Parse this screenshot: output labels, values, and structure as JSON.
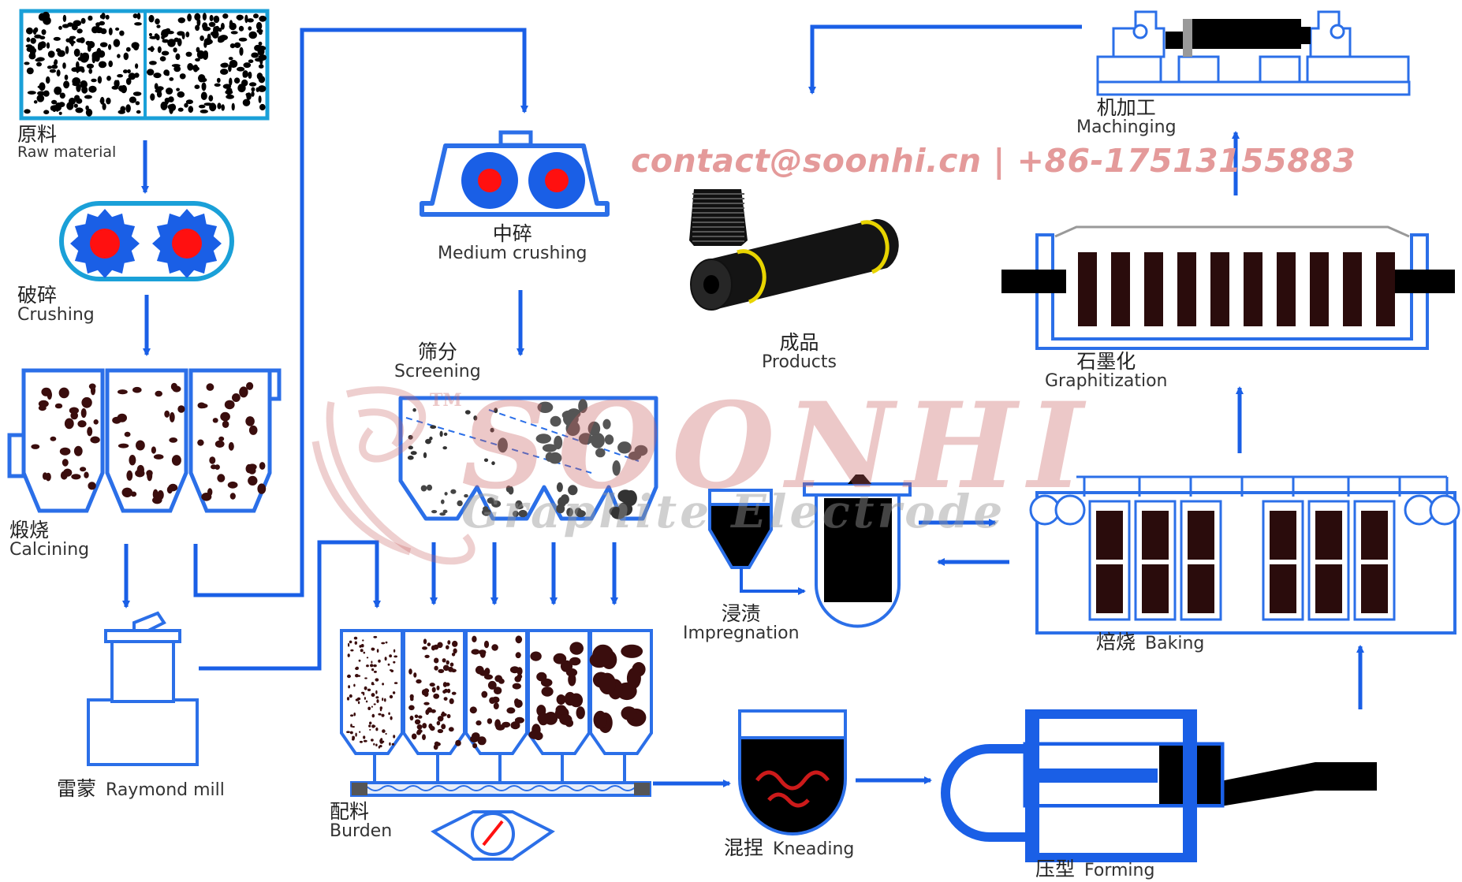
{
  "contact": "contact@soonhi.cn | +86-17513155883",
  "watermark": {
    "brand": "SOONHI",
    "subtitle": "Graphite Electrode",
    "tm": "TM"
  },
  "steps": {
    "raw_material": {
      "zh": "原料",
      "en": "Raw material"
    },
    "crushing": {
      "zh": "破碎",
      "en": "Crushing"
    },
    "calcining": {
      "zh": "煅烧",
      "en": "Calcining"
    },
    "raymond_mill": {
      "zh": "雷蒙",
      "en": "Raymond mill"
    },
    "medium_crushing": {
      "zh": "中碎",
      "en": "Medium crushing"
    },
    "screening": {
      "zh": "筛分",
      "en": "Screening"
    },
    "burden": {
      "zh": "配料",
      "en": "Burden"
    },
    "kneading": {
      "zh": "混捏",
      "en": "Kneading"
    },
    "forming": {
      "zh": "压型",
      "en": "Forming"
    },
    "baking": {
      "zh": "焙烧",
      "en": "Baking"
    },
    "impregnation": {
      "zh": "浸渍",
      "en": "Impregnation"
    },
    "graphitization": {
      "zh": "石墨化",
      "en": "Graphitization"
    },
    "machining": {
      "zh": "机加工",
      "en": "Machinging"
    },
    "products": {
      "zh": "成品",
      "en": "Products"
    }
  },
  "colors": {
    "flow_blue": "#1a5fe6",
    "outline_blue": "#2b6fe8",
    "accent_red": "#ff1010",
    "particle_dark": "#3a0d0d",
    "product_black": "#141414",
    "stripe_yellow": "#e8d400",
    "watermark_pink": "#e49a9a"
  }
}
